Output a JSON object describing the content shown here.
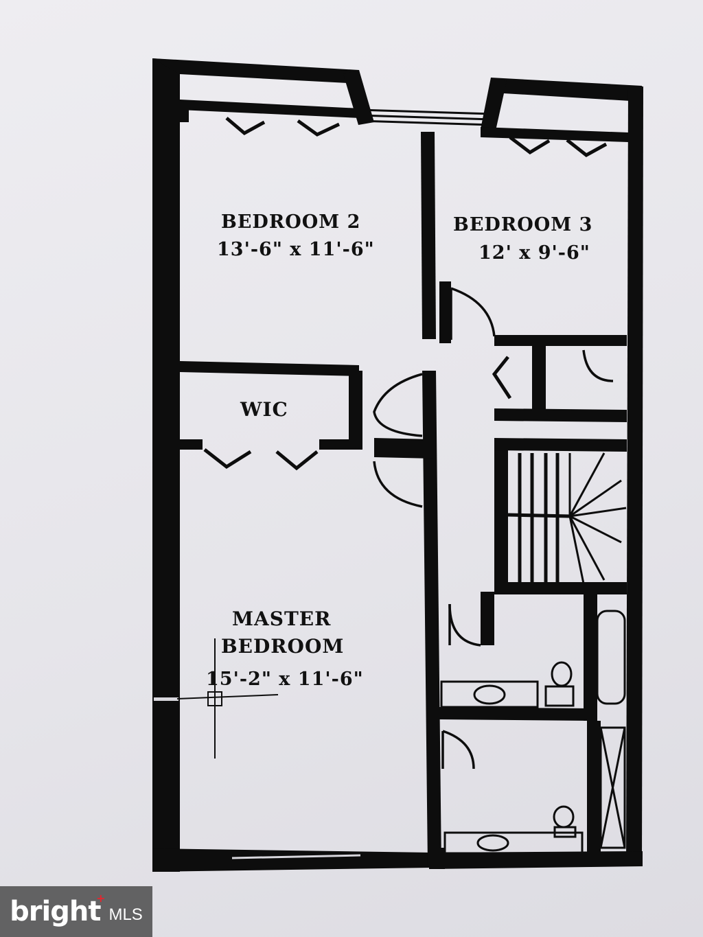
{
  "floor_plan": {
    "rooms": [
      {
        "id": "bedroom-2",
        "name": "BEDROOM 2",
        "dimensions": "13'-6\" x 11'-6\""
      },
      {
        "id": "bedroom-3",
        "name": "BEDROOM 3",
        "dimensions": "12' x 9'-6\""
      },
      {
        "id": "wic",
        "name": "WIC"
      },
      {
        "id": "master-bedroom",
        "name_line1": "MASTER",
        "name_line2": "BEDROOM",
        "dimensions": "15'-2\" x 11'-6\""
      }
    ]
  },
  "watermark": {
    "brand": "bright",
    "suffix": "MLS",
    "accent_color": "#e3262f"
  },
  "colors": {
    "wall": "#0d0d0d",
    "paper": "#e9e8ec"
  }
}
